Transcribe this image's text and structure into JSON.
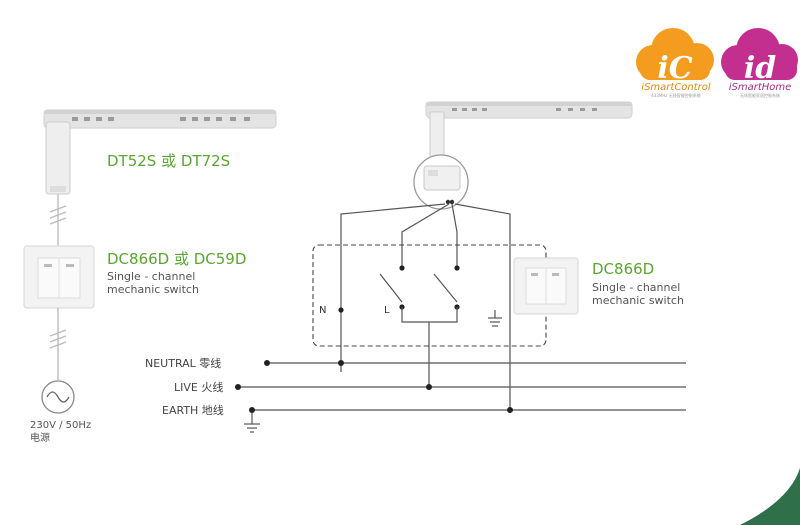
{
  "logos": [
    {
      "letters": "iC",
      "name": "iSmartControl",
      "tagline": "433MHz 无线智能控制系统",
      "color": "#f39c1f"
    },
    {
      "letters": "id",
      "name": "iSmartHome",
      "tagline": "无线智能家居控制系统",
      "color": "#c22f8f"
    }
  ],
  "left_diagram": {
    "motor_label": "DT52S 或 DT72S",
    "switch_label": "DC866D 或 DC59D",
    "switch_desc_line1": "Single - channel",
    "switch_desc_line2": "mechanic switch",
    "power_line1": "230V / 50Hz",
    "power_line2": "电源"
  },
  "right_diagram": {
    "switch_label": "DC866D",
    "switch_desc_line1": "Single - channel",
    "switch_desc_line2": "mechanic switch",
    "terminal_n": "N",
    "terminal_l": "L"
  },
  "bus_lines": {
    "neutral": "NEUTRAL 零线",
    "live": "LIVE 火线",
    "earth": "EARTH 地线"
  },
  "colors": {
    "label_green": "#5aa532",
    "wire": "#555555",
    "rail": "#e4e4e4"
  }
}
